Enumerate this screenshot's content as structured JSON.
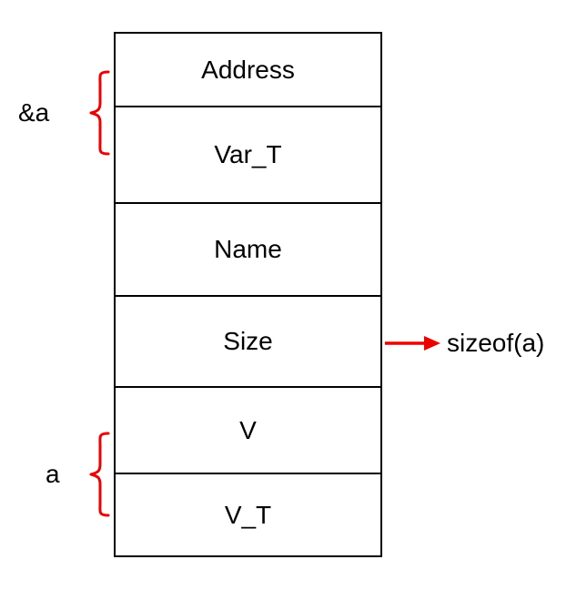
{
  "diagram": {
    "box_rows": [
      {
        "label": "Address"
      },
      {
        "label": "Var_T"
      },
      {
        "label": "Name"
      },
      {
        "label": "Size"
      },
      {
        "label": "V"
      },
      {
        "label": "V_T"
      }
    ],
    "annotations": {
      "top_brace_label": "&a",
      "bottom_brace_label": "a",
      "arrow_label": "sizeof(a)"
    },
    "colors": {
      "annotation": "#ee0000",
      "border": "#000000",
      "text": "#000000"
    }
  }
}
